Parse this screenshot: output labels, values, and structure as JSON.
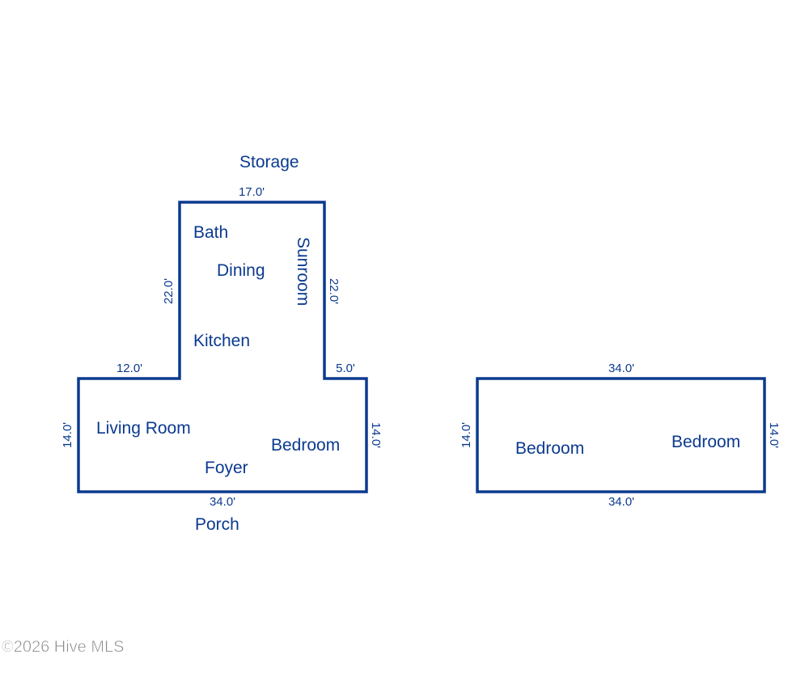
{
  "colors": {
    "line": "#0b3a8f",
    "watermark": "#8a8a8a",
    "watermark_stroke": "#ffffff"
  },
  "main_floor": {
    "labels": {
      "storage": "Storage",
      "bath": "Bath",
      "dining": "Dining",
      "sunroom": "Sunroom",
      "kitchen": "Kitchen",
      "living_room": "Living Room",
      "bedroom": "Bedroom",
      "foyer": "Foyer",
      "porch": "Porch"
    },
    "dimensions": {
      "top": "17.0'",
      "left_upper": "22.0'",
      "right_upper": "22.0'",
      "left_ledge": "12.0'",
      "right_ledge": "5.0'",
      "left_lower": "14.0'",
      "right_lower": "14.0'",
      "bottom": "34.0'"
    }
  },
  "second_floor": {
    "labels": {
      "bedroom_left": "Bedroom",
      "bedroom_right": "Bedroom"
    },
    "dimensions": {
      "top": "34.0'",
      "bottom": "34.0'",
      "left": "14.0'",
      "right": "14.0'"
    }
  },
  "watermark": "©2026 Hive MLS"
}
